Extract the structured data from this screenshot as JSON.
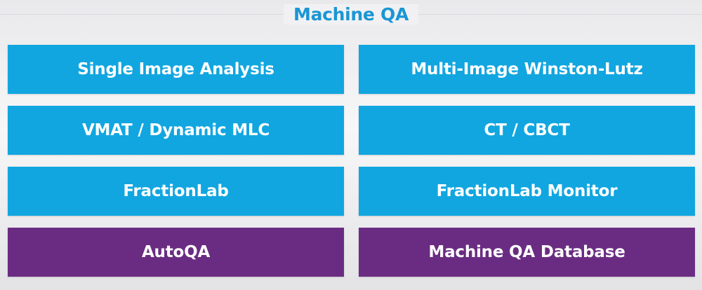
{
  "title": "Machine QA",
  "colors": {
    "title": "#1a96d4",
    "blue_tile": "#11a6e0",
    "purple_tile": "#6a2c82"
  },
  "tiles": [
    {
      "label": "Single Image Analysis",
      "color": "blue"
    },
    {
      "label": "Multi-Image Winston-Lutz",
      "color": "blue"
    },
    {
      "label": "VMAT / Dynamic MLC",
      "color": "blue"
    },
    {
      "label": "CT / CBCT",
      "color": "blue"
    },
    {
      "label": "FractionLab",
      "color": "blue"
    },
    {
      "label": "FractionLab Monitor",
      "color": "blue"
    },
    {
      "label": "AutoQA",
      "color": "purple"
    },
    {
      "label": "Machine QA Database",
      "color": "purple"
    }
  ]
}
